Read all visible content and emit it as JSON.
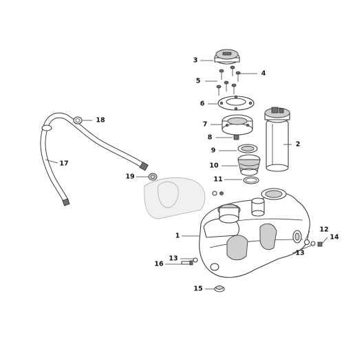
{
  "callouts": [
    {
      "id": "c1",
      "label": "1"
    },
    {
      "id": "c2",
      "label": "2"
    },
    {
      "id": "c3",
      "label": "3"
    },
    {
      "id": "c4",
      "label": "4"
    },
    {
      "id": "c5",
      "label": "5"
    },
    {
      "id": "c6",
      "label": "6"
    },
    {
      "id": "c7",
      "label": "7"
    },
    {
      "id": "c8",
      "label": "8"
    },
    {
      "id": "c9",
      "label": "9"
    },
    {
      "id": "c10",
      "label": "10"
    },
    {
      "id": "c11",
      "label": "11"
    },
    {
      "id": "c12",
      "label": "12"
    },
    {
      "id": "c13a",
      "label": "13"
    },
    {
      "id": "c13b",
      "label": "13"
    },
    {
      "id": "c14",
      "label": "14"
    },
    {
      "id": "c15",
      "label": "15"
    },
    {
      "id": "c16",
      "label": "16"
    },
    {
      "id": "c17",
      "label": "17"
    },
    {
      "id": "c18",
      "label": "18"
    },
    {
      "id": "c19",
      "label": "19"
    }
  ],
  "colors": {
    "background": "#ffffff",
    "line": "#3a3a3a",
    "part_fill": "#ffffff",
    "shade": "#cfcfcf",
    "badge": "#b8b8b8"
  }
}
